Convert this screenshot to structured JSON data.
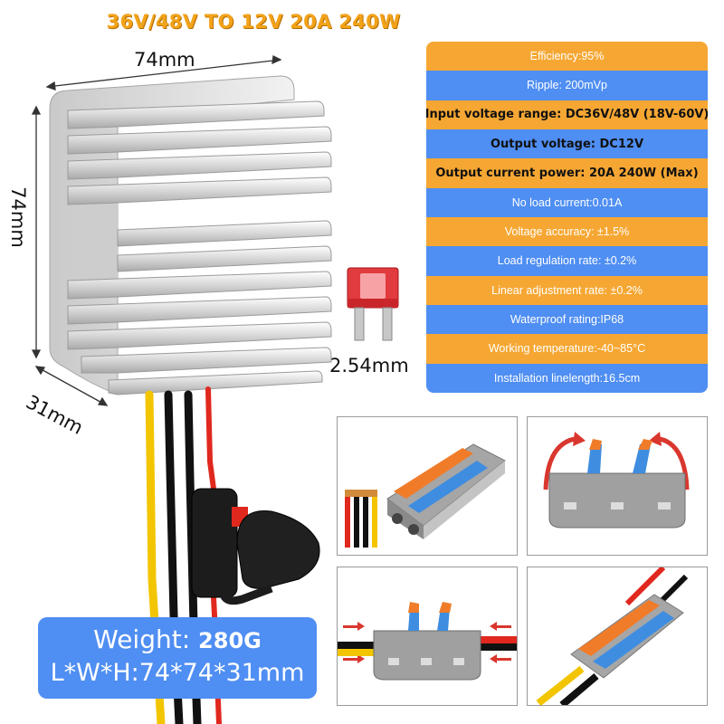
{
  "title": "36V/48V TO 12V 20A 240W",
  "dimensions": {
    "width": "74mm",
    "height": "74mm",
    "depth": "31mm",
    "fuse_size": "2.54mm"
  },
  "specs": [
    {
      "text": "Efficiency:95%",
      "style": "orange-normal"
    },
    {
      "text": "Ripple: 200mVp",
      "style": "blue-normal"
    },
    {
      "text": "Input voltage range: DC36V/48V (18V-60V)",
      "style": "orange-bold"
    },
    {
      "text": "Output voltage: DC12V",
      "style": "blue-bold"
    },
    {
      "text": "Output current power: 20A 240W (Max)",
      "style": "orange-bold"
    },
    {
      "text": "No load current:0.01A",
      "style": "blue-normal"
    },
    {
      "text": "Voltage accuracy: ±1.5%",
      "style": "orange-normal"
    },
    {
      "text": "Load regulation rate: ±0.2%",
      "style": "blue-normal"
    },
    {
      "text": "Linear adjustment rate: ±0.2%",
      "style": "orange-normal"
    },
    {
      "text": "Waterproof rating:IP68",
      "style": "blue-normal"
    },
    {
      "text": "Working temperature:-40~85°C",
      "style": "orange-normal"
    },
    {
      "text": "Installation linelength:16.5cm",
      "style": "blue-normal"
    }
  ],
  "weight": {
    "label": "Weight:",
    "value": "280G",
    "lwh": "L*W*H:74*74*31mm"
  },
  "colors": {
    "title": "#f2a319",
    "spec_orange": "#f6a733",
    "spec_blue": "#4f8ef2",
    "wire_red": "#e0281e",
    "wire_yellow": "#f2c500",
    "wire_black": "#111111",
    "connector_orange": "#f07c2a",
    "connector_blue": "#3f8de0",
    "connector_grey": "#9c9c9c"
  }
}
